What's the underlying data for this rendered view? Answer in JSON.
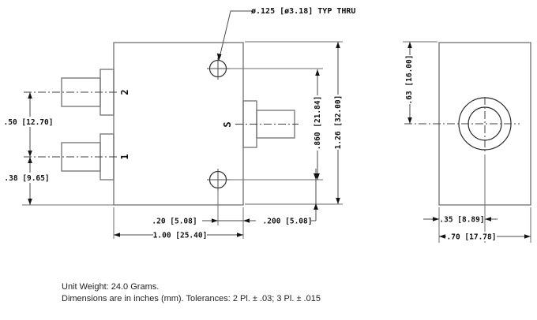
{
  "drawing": {
    "callout_hole": "ø.125 [ø3.18] TYP THRU",
    "front_view": {
      "label_port_2": "2",
      "label_port_1": "1",
      "label_port_s": "S",
      "dim_port_spacing": ".50 [12.70]",
      "dim_port1_to_bottom": ".38 [9.65]",
      "dim_hole_spacing": ".860 [21.84]",
      "dim_overall_height": "1.26 [32.00]",
      "dim_hole_to_right_edge": ".20 [5.08]",
      "dim_hole_to_bottom_edge": ".200 [5.08]",
      "dim_overall_width": "1.00 [25.40]"
    },
    "side_view": {
      "dim_top_to_connector_center": ".63 [16.00]",
      "dim_left_edge_to_connector_center": ".35 [8.89]",
      "dim_overall_width": ".70 [17.78]"
    },
    "notes": {
      "unit_weight": "Unit Weight: 24.0 Grams.",
      "tolerances": "Dimensions are in inches (mm). Tolerances: 2 Pl. ± .03; 3 Pl. ± .015"
    },
    "colors": {
      "background": "#ffffff",
      "part_outline": "#7a7a7a",
      "dimension_lines": "#3f3f3f",
      "text": "#111111"
    }
  }
}
